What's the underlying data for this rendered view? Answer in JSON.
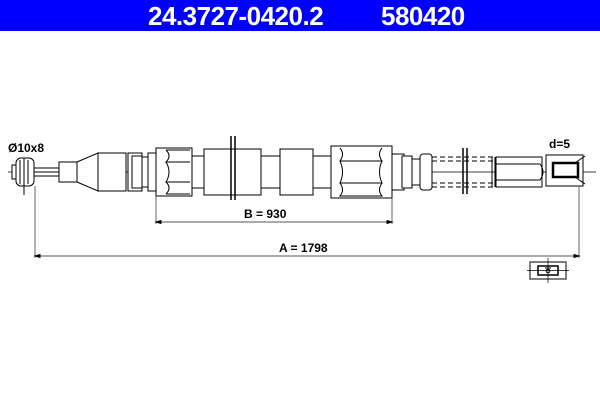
{
  "header": {
    "part_number": "24.3727-0420.2",
    "ref_number": "580420",
    "background": "#0000ff"
  },
  "drawing": {
    "left_end_label": "Ø10x8",
    "right_end_label": "d=5",
    "dimension_b": "B = 930",
    "dimension_a": "A = 1798",
    "icons": [
      "cable-end-nipple-icon",
      "cable-eye-end-icon",
      "bracket-end-view-icon"
    ]
  }
}
